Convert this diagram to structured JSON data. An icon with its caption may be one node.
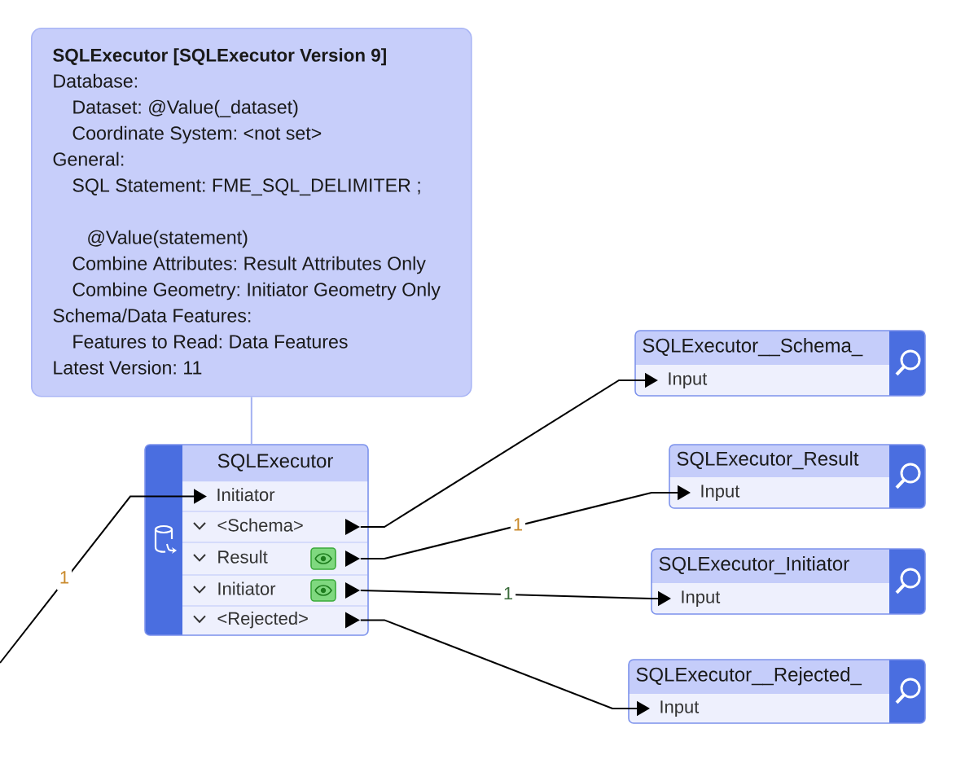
{
  "diagram": {
    "nodes": [
      {
        "text": [
          "SQLExecutor [SQLExecutor Version 9]",
          "Database:",
          "Dataset: @Value(_dataset)",
          "Coordinate System: <not set>",
          "General:",
          "SQL Statement: FME_SQL_DELIMITER ;",
          "@Value(statement)",
          "Combine Attributes: Result Attributes Only",
          "Combine Geometry: Initiator Geometry Only",
          "Schema/Data Features:",
          "Features to Read: Data Features",
          "Latest Version: 11"
        ]
      },
      {
        "text": [
          "SQLExecutor"
        ]
      },
      {
        "text": [
          "Initiator"
        ],
        "in": 1
      },
      {
        "text": [
          "<Schema>"
        ],
        "in": 1
      },
      {
        "text": [
          "Result"
        ],
        "in": 1
      },
      {
        "text": [
          "Initiator"
        ],
        "in": 1
      },
      {
        "text": [
          "<Rejected>"
        ],
        "in": 1
      },
      {
        "text": [
          "SQLExecutor__Schema_"
        ]
      },
      {
        "text": [
          "Input"
        ],
        "in": 7
      },
      {
        "text": [
          "SQLExecutor_Result"
        ]
      },
      {
        "text": [
          "Input"
        ],
        "in": 9
      },
      {
        "text": [
          "SQLExecutor_Initiator"
        ]
      },
      {
        "text": [
          "Input"
        ],
        "in": 11
      },
      {
        "text": [
          "SQLExecutor__Rejected_"
        ]
      },
      {
        "text": [
          "Input"
        ],
        "in": 13
      }
    ],
    "edges": [
      {
        "from": 0,
        "to": 1,
        "arrow": "none",
        "color": "#a3b1f2"
      },
      {
        "from": null,
        "to": 2,
        "arrow": "to",
        "label": "1"
      },
      {
        "from": 3,
        "to": 8,
        "arrow": "to"
      },
      {
        "from": 4,
        "to": 10,
        "arrow": "to",
        "label": "1"
      },
      {
        "from": 5,
        "to": 12,
        "arrow": "to",
        "label": "1"
      },
      {
        "from": 6,
        "to": 14,
        "arrow": "to"
      }
    ]
  }
}
